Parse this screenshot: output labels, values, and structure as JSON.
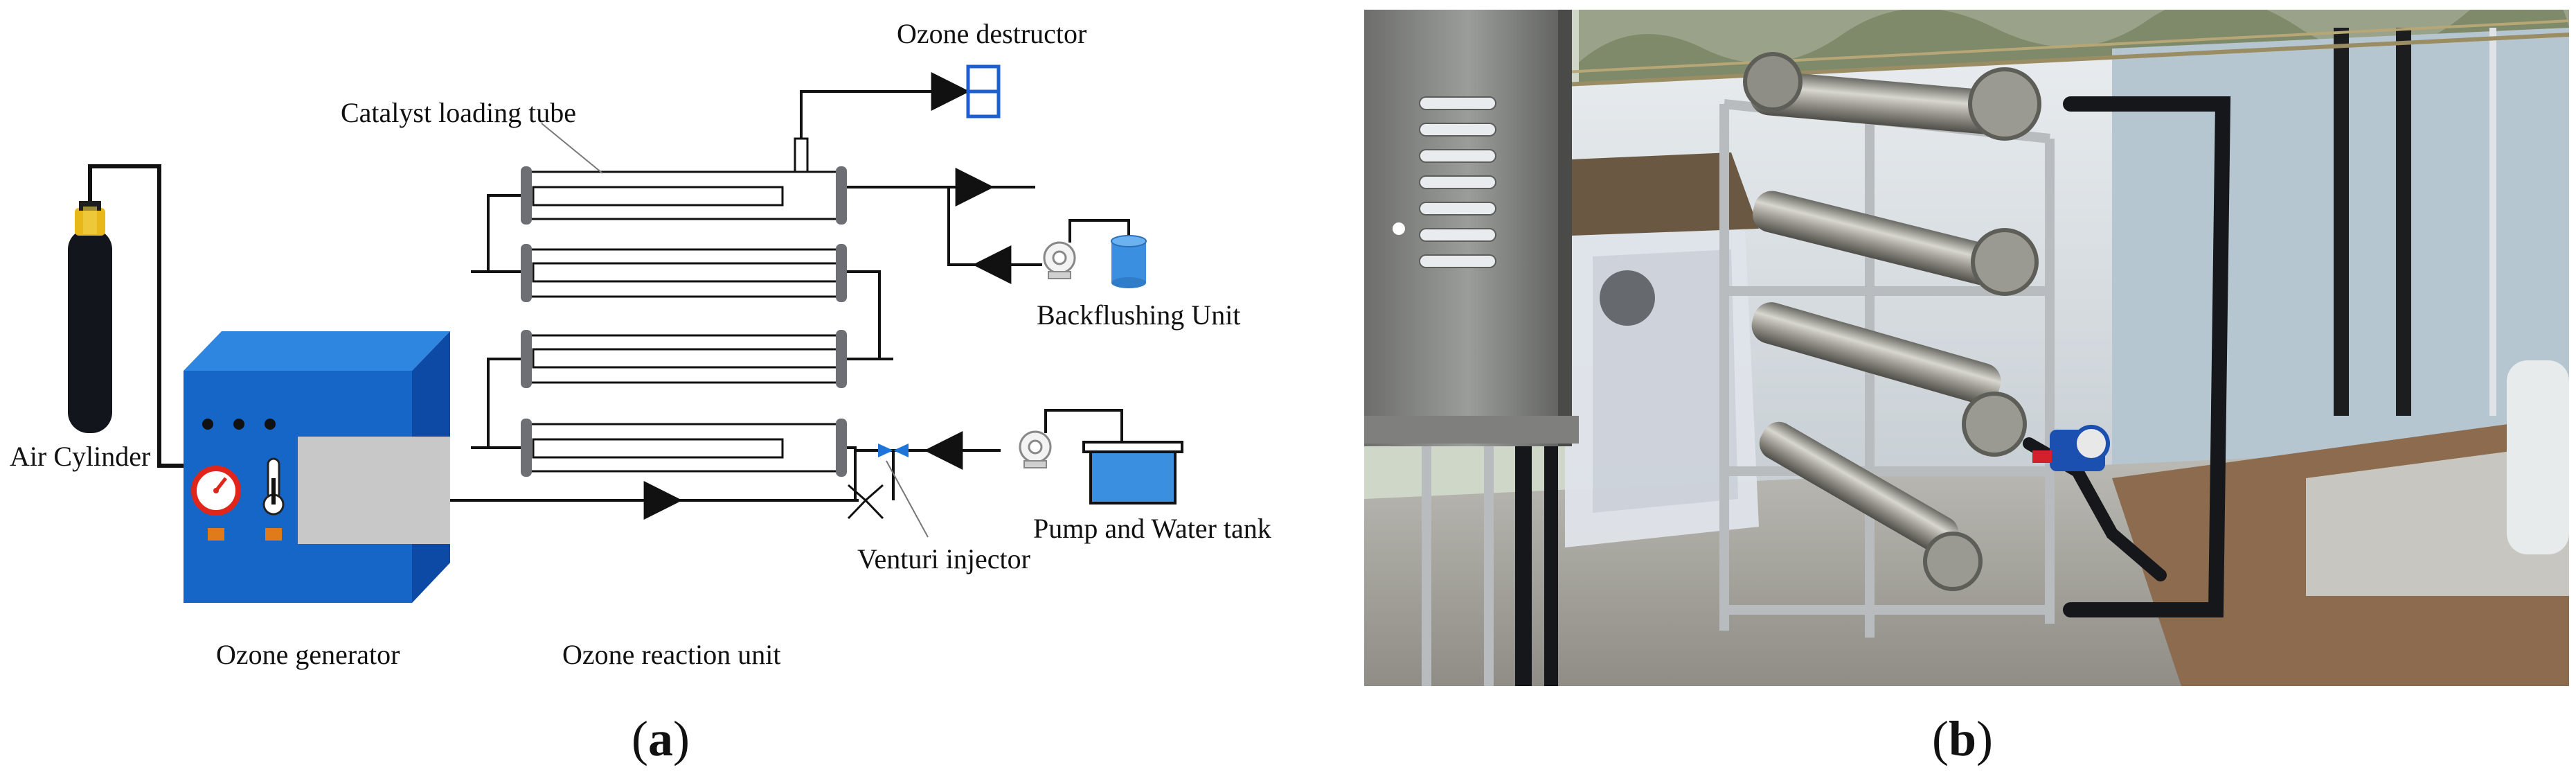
{
  "panel_a": {
    "caption_open": "(",
    "caption_letter": "a",
    "caption_close": ")",
    "labels": {
      "ozone_destructor": "Ozone destructor",
      "catalyst_loading_tube": "Catalyst loading tube",
      "backflushing_unit": "Backflushing Unit",
      "air_cylinder": "Air Cylinder",
      "pump_and_water_tank": "Pump and Water tank",
      "venturi_injector": "Venturi injector",
      "ozone_generator": "Ozone generator",
      "ozone_reaction_unit": "Ozone reaction unit"
    },
    "colors": {
      "generator_front": "#1666c8",
      "generator_top": "#2f86e0",
      "generator_side": "#0d4aa6",
      "generator_panel": "#c8c8c8",
      "gauge_red": "#e0251b",
      "indicator_orange": "#e07b1a",
      "tank_blue": "#3a8fe0",
      "cylinder_body": "#12161c",
      "cylinder_valve": "#e8b81a",
      "pipe": "#111111",
      "tube_cap": "#6d6f74"
    }
  },
  "panel_b": {
    "caption_open": "(",
    "caption_letter": "b",
    "caption_close": ")",
    "photo_subject": "pilot ozone reaction unit photograph"
  }
}
